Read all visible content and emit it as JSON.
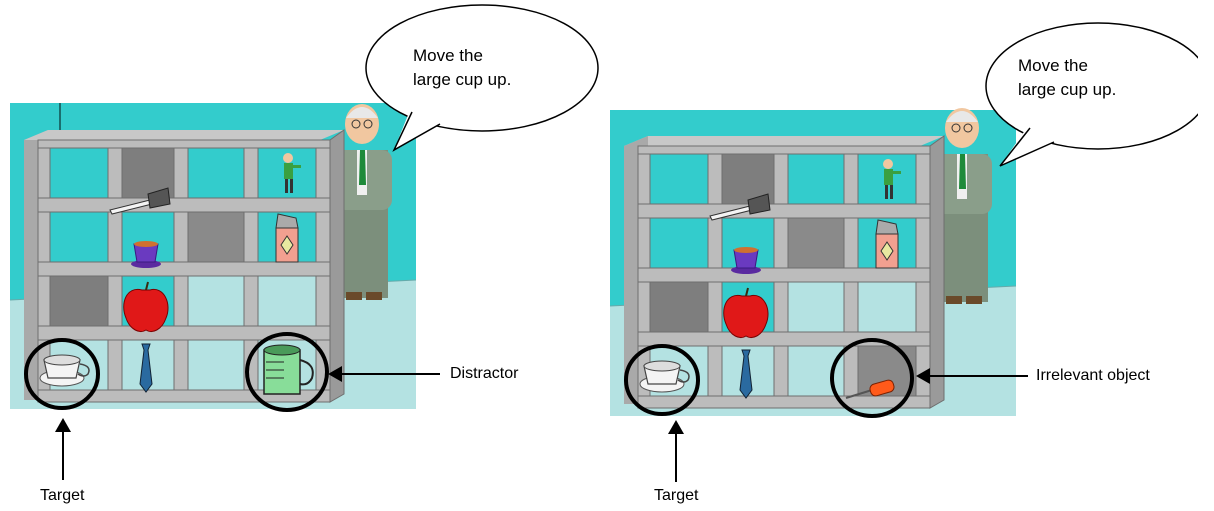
{
  "panels": [
    {
      "speech_line1": "Move the",
      "speech_line2": "large cup up.",
      "bottom_label": "Target",
      "side_label": "Distractor"
    },
    {
      "speech_line1": "Move the",
      "speech_line2": "large cup up.",
      "bottom_label": "Target",
      "side_label": "Irrelevant object"
    }
  ],
  "colors": {
    "wall": "#33cccc",
    "floor": "#b4e2e2",
    "shelf": "#bcbcbc",
    "shelf_dark": "#7e7e7e",
    "cell_back_dark": "#8a8a8a"
  }
}
